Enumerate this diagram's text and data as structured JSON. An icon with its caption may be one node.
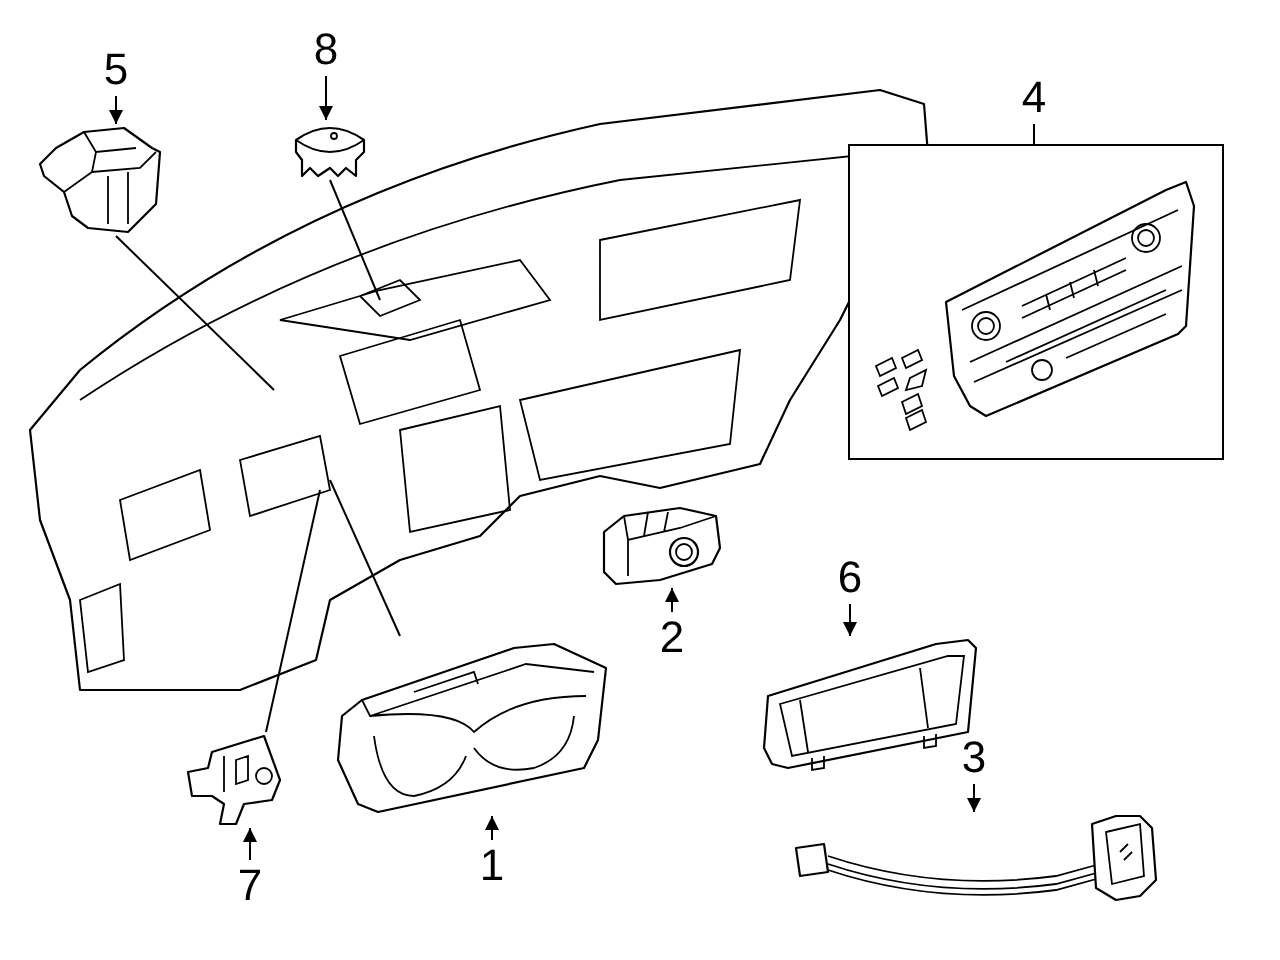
{
  "diagram": {
    "nodes": [
      {
        "text": [
          "5"
        ]
      },
      {
        "text": [],
        "shape": "picture"
      },
      {
        "text": [
          "8"
        ]
      },
      {
        "text": [],
        "shape": "picture"
      },
      {
        "text": [
          "4"
        ]
      },
      {
        "text": [],
        "shape": "box"
      },
      {
        "text": [],
        "shape": "picture",
        "in": 5
      },
      {
        "text": [
          "2"
        ]
      },
      {
        "text": [],
        "shape": "picture"
      },
      {
        "text": [
          "6"
        ]
      },
      {
        "text": [],
        "shape": "picture"
      },
      {
        "text": [
          "3"
        ]
      },
      {
        "text": [],
        "shape": "picture"
      },
      {
        "text": [
          "7"
        ]
      },
      {
        "text": [],
        "shape": "picture"
      },
      {
        "text": [
          "1"
        ]
      },
      {
        "text": [],
        "shape": "picture"
      }
    ],
    "edges": [
      {
        "from": 0,
        "to": 1,
        "arrow": "to"
      },
      {
        "from": 2,
        "to": 3,
        "arrow": "to"
      },
      {
        "from": 4,
        "to": 5,
        "arrow": "none"
      },
      {
        "from": 7,
        "to": 8,
        "arrow": "to"
      },
      {
        "from": 9,
        "to": 10,
        "arrow": "to"
      },
      {
        "from": 11,
        "to": 12,
        "arrow": "to"
      },
      {
        "from": 13,
        "to": 14,
        "arrow": "to"
      },
      {
        "from": 15,
        "to": 16,
        "arrow": "to"
      },
      {
        "from": 1,
        "to": null,
        "arrow": "none"
      },
      {
        "from": 3,
        "to": null,
        "arrow": "none"
      },
      {
        "from": 14,
        "to": null,
        "arrow": "none"
      },
      {
        "from": 16,
        "to": null,
        "arrow": "none"
      }
    ]
  }
}
